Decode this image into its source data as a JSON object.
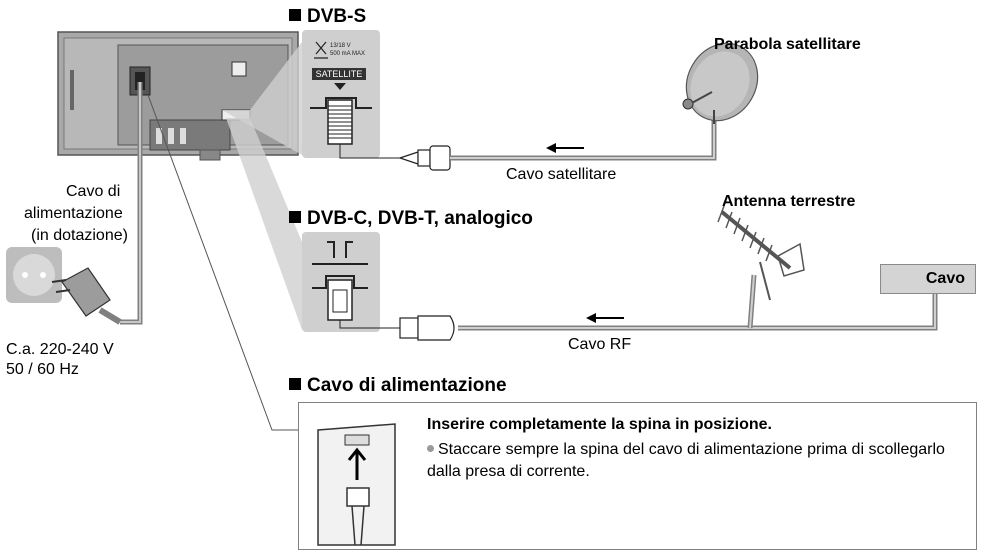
{
  "sections": {
    "dvbs": "DVB-S",
    "dvbc": "DVB-C, DVB-T, analogico",
    "power": "Cavo di alimentazione"
  },
  "labels": {
    "dish": "Parabola satellitare",
    "sat_cable": "Cavo satellitare",
    "antenna": "Antenna terrestre",
    "cable_box": "Cavo",
    "rf_cable": "Cavo RF",
    "power_cord_line1": "Cavo di",
    "power_cord_line2": "alimentazione",
    "power_cord_line3": "(in dotazione)",
    "ac_line1": "C.a. 220-240 V",
    "ac_line2": "50 / 60 Hz"
  },
  "satellite_panel": {
    "spec_line1": "13/18 V",
    "spec_line2": "500 mA  MAX",
    "tag": "SATELLITE"
  },
  "note": {
    "title": "Inserire completamente la spina in posizione.",
    "text": "Staccare sempre la spina del cavo di alimentazione prima di scollegarlo dalla presa di corrente."
  }
}
